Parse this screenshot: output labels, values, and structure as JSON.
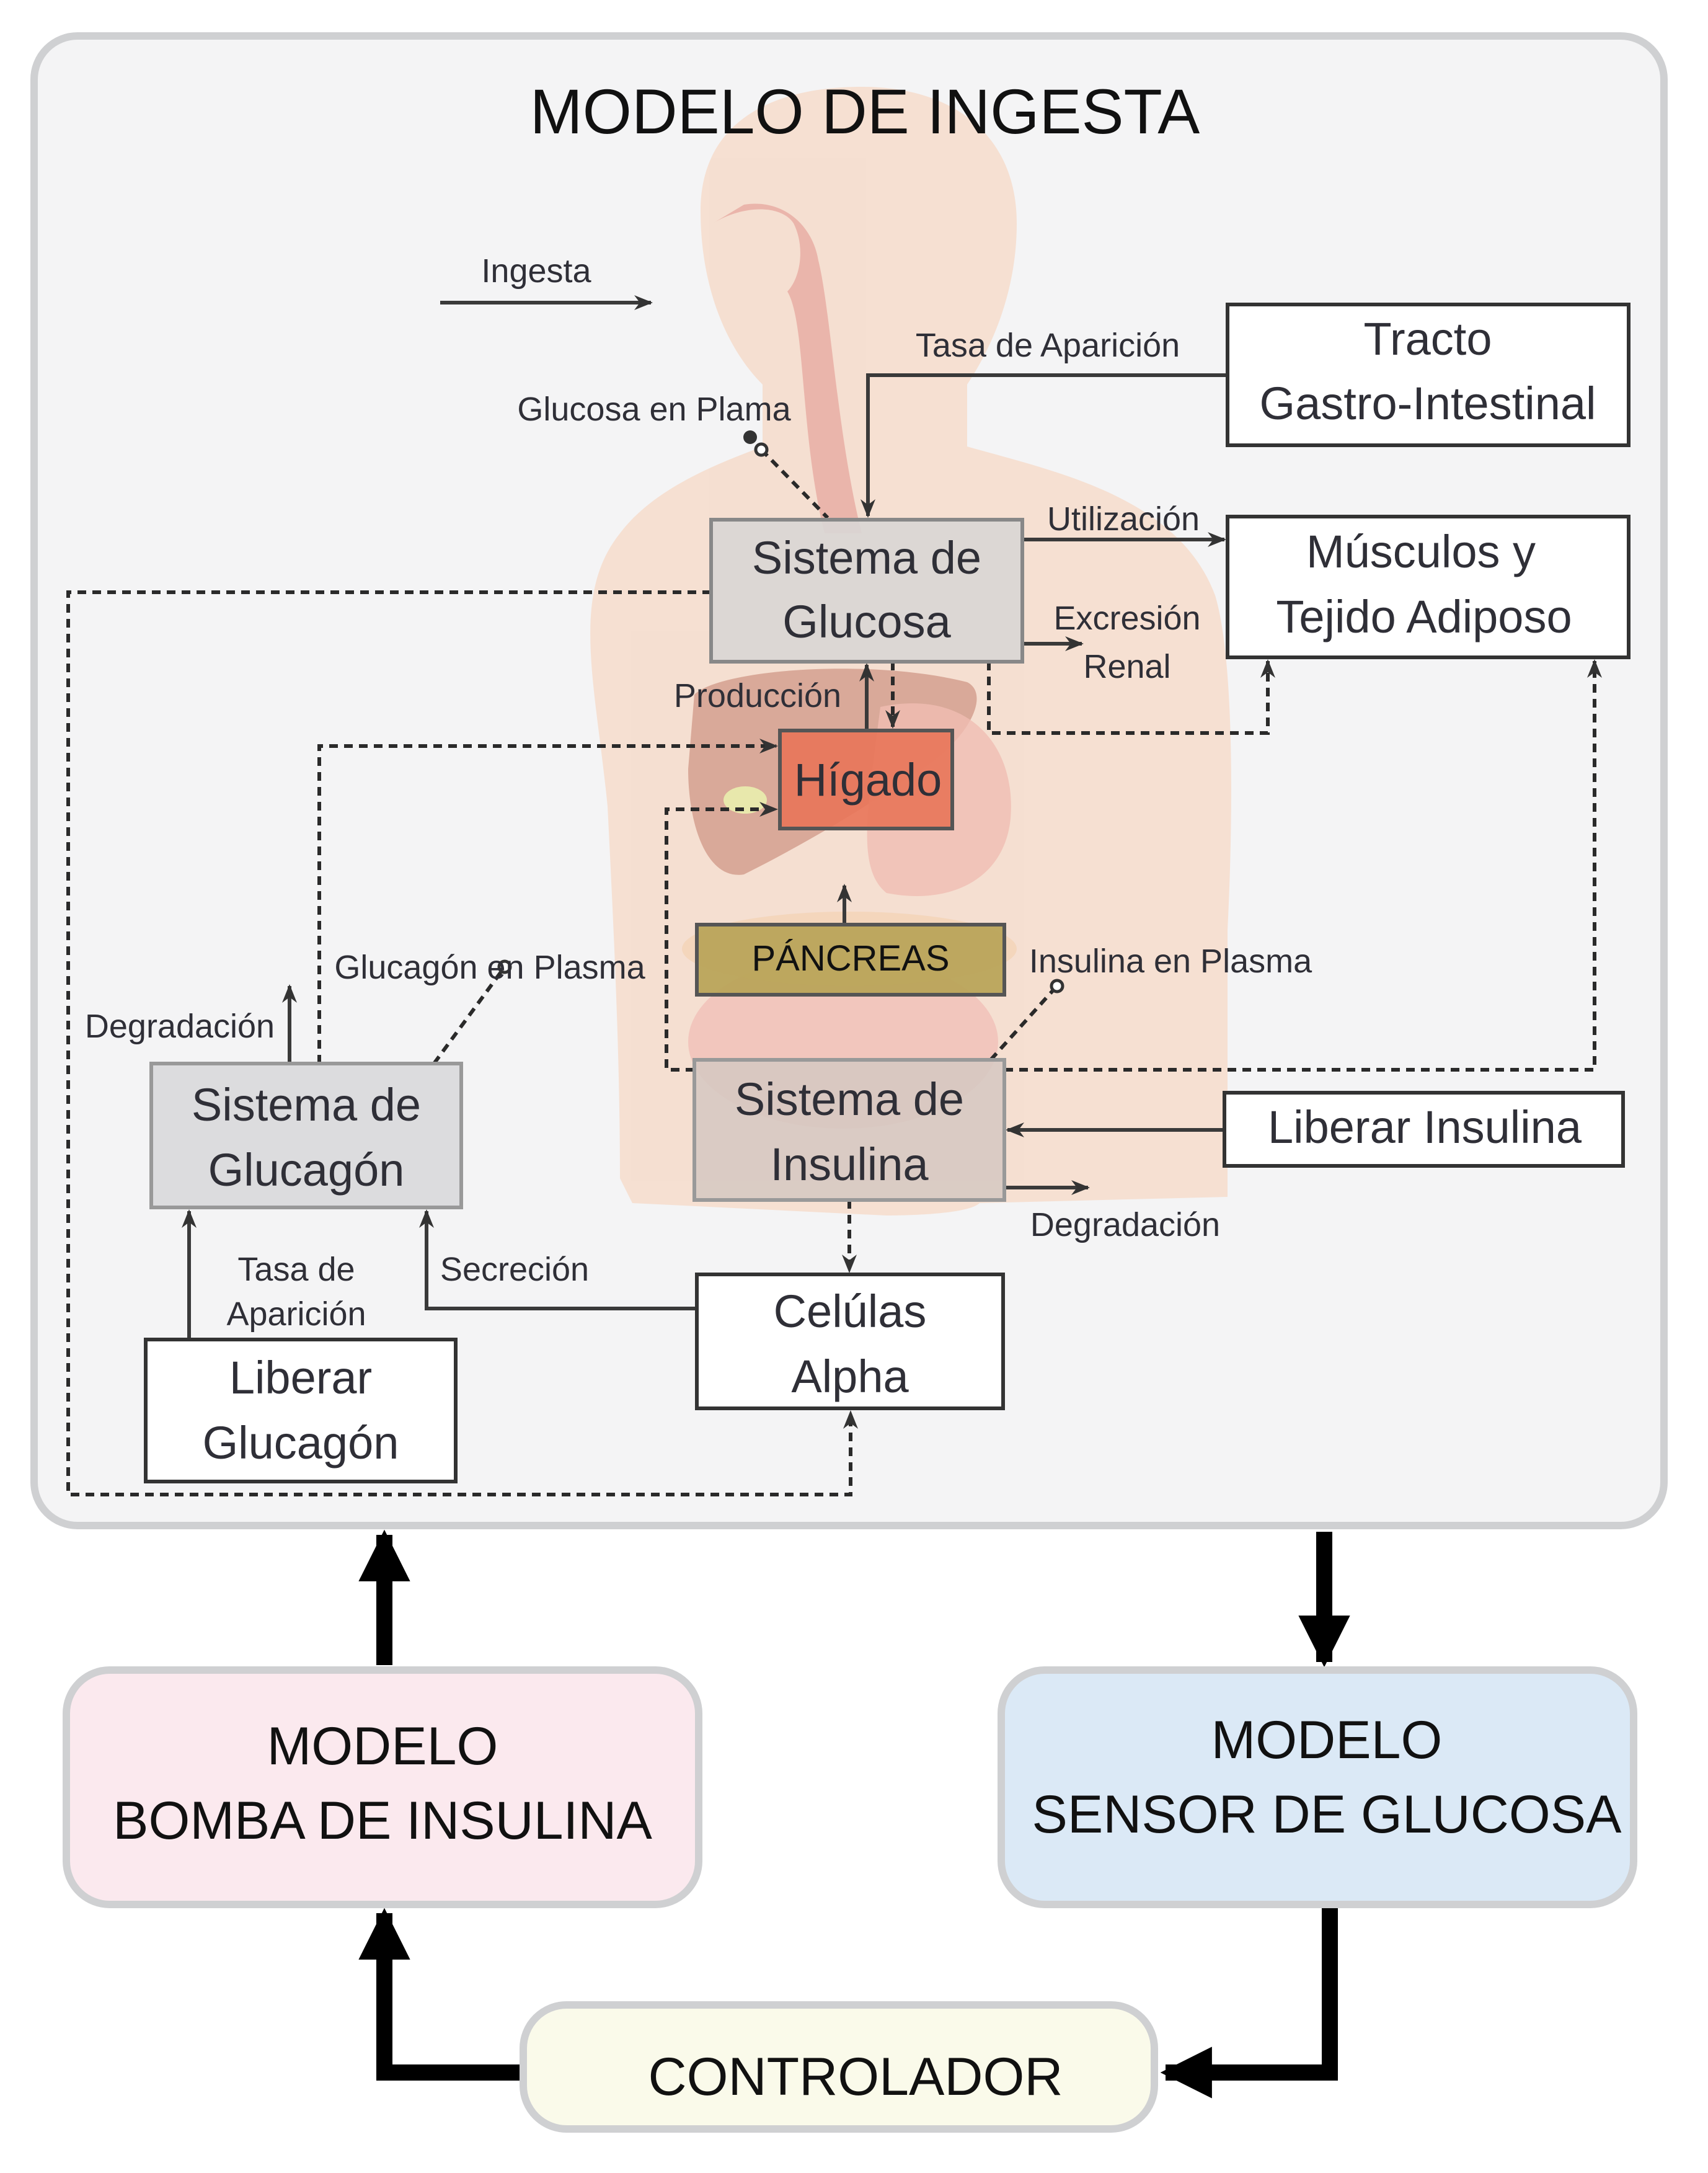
{
  "title": "MODELO DE INGESTA",
  "colors": {
    "panel_bg": "#f4f4f5",
    "panel_border": "#cfd0d2",
    "body_silhouette": "#f6dccb",
    "system_box": "#d9d6d4",
    "liver_box": "#e8765a",
    "pancreas_box": "#b9a45a",
    "white_box": "#ffffff",
    "pump_box": "#fbe9ee",
    "sensor_box": "#dbe9f6",
    "controller_box": "#fafaea"
  },
  "blocks": {
    "tracto": [
      "Tracto",
      "Gastro-Intestinal"
    ],
    "musculos": [
      "Músculos y",
      "Tejido Adiposo"
    ],
    "sistema_glucosa": [
      "Sistema de",
      "Glucosa"
    ],
    "higado": "Hígado",
    "pancreas": "PÁNCREAS",
    "sistema_insulina": [
      "Sistema de",
      "Insulina"
    ],
    "liberar_insulina": "Liberar Insulina",
    "sistema_glucagon": [
      "Sistema de",
      "Glucagón"
    ],
    "celulas_alpha": [
      "Celúlas",
      "Alpha"
    ],
    "liberar_glucagon": [
      "Liberar",
      "Glucagón"
    ]
  },
  "labels": {
    "ingesta": "Ingesta",
    "glucosa_plasma": "Glucosa en Plama",
    "tasa_aparicion_top": "Tasa de Aparición",
    "utilizacion": "Utilización",
    "excrecion": "Excresión",
    "renal": "Renal",
    "produccion": "Producción",
    "glucagon_plasma": "Glucagón en Plasma",
    "insulina_plasma": "Insulina en Plasma",
    "degradacion_glucagon": "Degradación",
    "degradacion_insulina": "Degradación",
    "tasa_de": "Tasa de",
    "aparicion": "Aparición",
    "secrecion": "Secreción"
  },
  "loop": {
    "bomba": [
      "MODELO",
      "BOMBA DE INSULINA"
    ],
    "sensor": [
      "MODELO",
      "SENSOR DE GLUCOSA"
    ],
    "controlador": "CONTROLADOR"
  }
}
